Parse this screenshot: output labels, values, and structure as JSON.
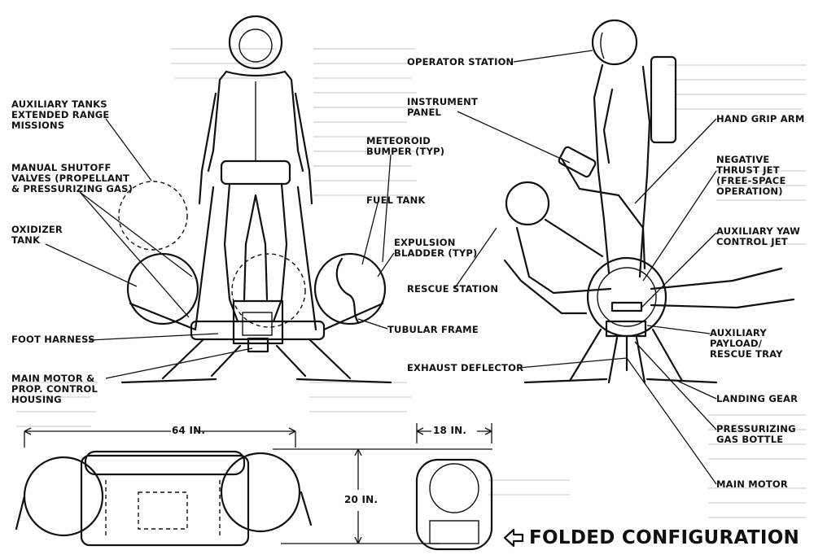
{
  "labels": {
    "auxiliary_tanks": "AUXILIARY TANKS\nEXTENDED RANGE\nMISSIONS",
    "manual_shutoff_valves": "MANUAL SHUTOFF\nVALVES (PROPELLANT\n& PRESSURIZING GAS)",
    "oxidizer_tank": "OXIDIZER\nTANK",
    "foot_harness": "FOOT HARNESS",
    "main_motor_housing": "MAIN MOTOR &\nPROP. CONTROL\nHOUSING",
    "operator_station": "OPERATOR STATION",
    "instrument_panel": "INSTRUMENT\nPANEL",
    "meteoroid_bumper": "METEOROID\nBUMPER (TYP)",
    "fuel_tank": "FUEL TANK",
    "expulsion_bladder": "EXPULSION\nBLADDER (TYP)",
    "rescue_station": "RESCUE STATION",
    "tubular_frame": "TUBULAR FRAME",
    "exhaust_deflector": "EXHAUST DEFLECTOR",
    "hand_grip_arm": "HAND GRIP ARM",
    "negative_thrust_jet": "NEGATIVE\nTHRUST JET\n(FREE-SPACE\nOPERATION)",
    "auxiliary_yaw_jet": "AUXILIARY YAW\nCONTROL JET",
    "auxiliary_payload_tray": "AUXILIARY\nPAYLOAD/\nRESCUE TRAY",
    "landing_gear": "LANDING GEAR",
    "pressurizing_gas_bottle": "PRESSURIZING\nGAS BOTTLE",
    "main_motor": "MAIN MOTOR"
  },
  "dimensions": {
    "width": "64 IN.",
    "depth": "18 IN.",
    "height": "20 IN."
  },
  "caption": "FOLDED CONFIGURATION",
  "icons": {
    "caption_arrow": "left-arrow-outline-icon"
  },
  "colors": {
    "ink": "#111111",
    "background": "#ffffff",
    "bleed_through_text": "#d8d8d8"
  }
}
